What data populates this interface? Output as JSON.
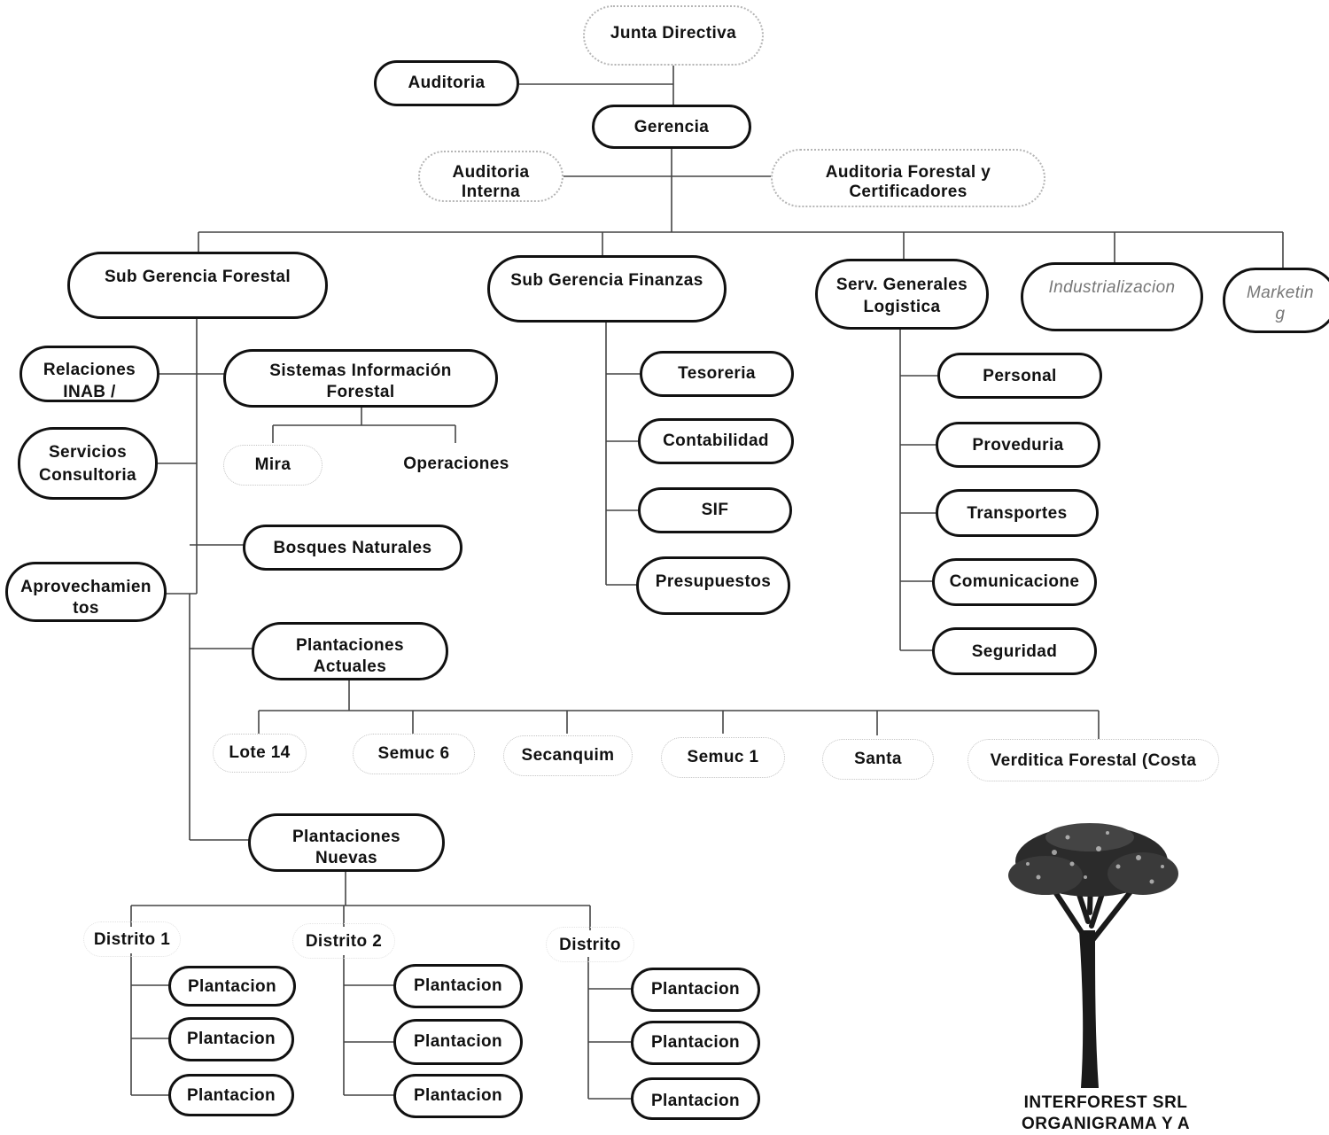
{
  "nodes": {
    "junta": "Junta Directiva",
    "auditoria": "Auditoria",
    "gerencia": "Gerencia",
    "auditoria_interna": [
      "Auditoria",
      "Interna"
    ],
    "auditoria_forestal": [
      "Auditoria Forestal y",
      "Certificadores"
    ],
    "sub_forestal": "Sub Gerencia Forestal",
    "sub_finanzas": "Sub Gerencia Finanzas",
    "serv_generales": [
      "Serv. Generales",
      "Logistica"
    ],
    "industrializacion": "Industrializacion",
    "marketing": [
      "Marketin",
      "g"
    ],
    "relaciones": [
      "Relaciones",
      "INAB /"
    ],
    "servicios": [
      "Servicios",
      "Consultoria"
    ],
    "aprovechamientos": [
      "Aprovechamien",
      "tos"
    ],
    "sistemas": [
      "Sistemas Información",
      "Forestal"
    ],
    "mira": "Mira",
    "operaciones": "Operaciones",
    "bosques": "Bosques Naturales",
    "plantaciones_actuales": [
      "Plantaciones",
      "Actuales"
    ],
    "plantaciones_nuevas": [
      "Plantaciones",
      "Nuevas"
    ],
    "lotes": [
      "Lote 14",
      "Semuc 6",
      "Secanquim",
      "Semuc 1",
      "Santa",
      "Verditica Forestal (Costa"
    ],
    "tesoreria": "Tesoreria",
    "contabilidad": "Contabilidad",
    "sif": "SIF",
    "presupuestos": "Presupuestos",
    "personal": "Personal",
    "proveduria": "Proveduria",
    "transportes": "Transportes",
    "comunicaciones": "Comunicacione",
    "seguridad": "Seguridad",
    "distrito1": "Distrito 1",
    "distrito2": "Distrito 2",
    "distrito3": "Distrito",
    "plantacion": "Plantacion"
  },
  "caption": [
    "INTERFOREST SRL",
    "ORGANIGRAMA Y A"
  ],
  "colors": {
    "line": "#444444",
    "border": "#111111",
    "tree_trunk": "#1a1a1a",
    "tree_leaves": "#2b2b2b"
  },
  "icons": {
    "logo": "tree-logo-icon"
  }
}
